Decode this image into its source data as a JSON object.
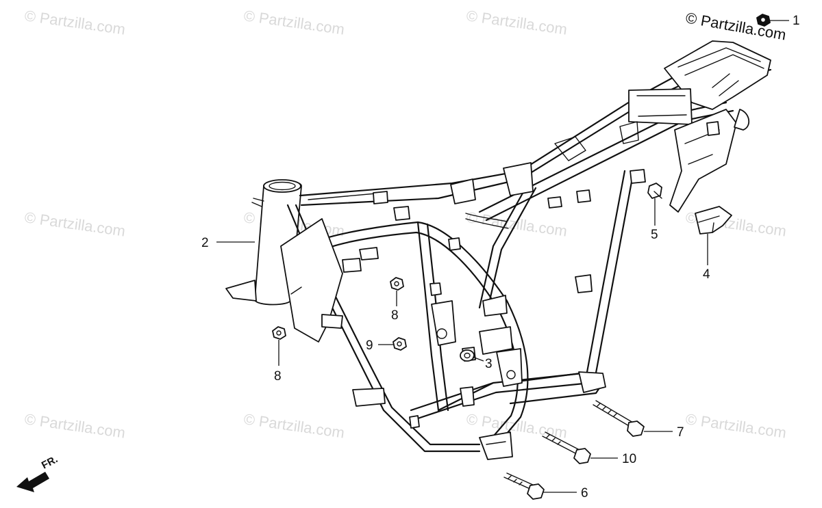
{
  "brand_text": "© Partzilla.com",
  "watermark_text": "© Partzilla.com",
  "direction_label": "FR.",
  "callouts": {
    "c1": "1",
    "c2": "2",
    "c3": "3",
    "c4": "4",
    "c5": "5",
    "c6": "6",
    "c7": "7",
    "c8a": "8",
    "c8b": "8",
    "c9": "9",
    "c10": "10"
  },
  "parts": [
    {
      "callout": "1",
      "icon": "nut-icon"
    },
    {
      "callout": "2",
      "icon": "frame-body-icon"
    },
    {
      "callout": "3",
      "icon": "collar-icon"
    },
    {
      "callout": "4",
      "icon": "bracket-icon"
    },
    {
      "callout": "5",
      "icon": "bolt-icon"
    },
    {
      "callout": "6",
      "icon": "long-bolt-icon"
    },
    {
      "callout": "7",
      "icon": "long-bolt-icon"
    },
    {
      "callout": "8",
      "icon": "nut-icon"
    },
    {
      "callout": "9",
      "icon": "nut-icon"
    },
    {
      "callout": "10",
      "icon": "long-bolt-icon"
    }
  ]
}
